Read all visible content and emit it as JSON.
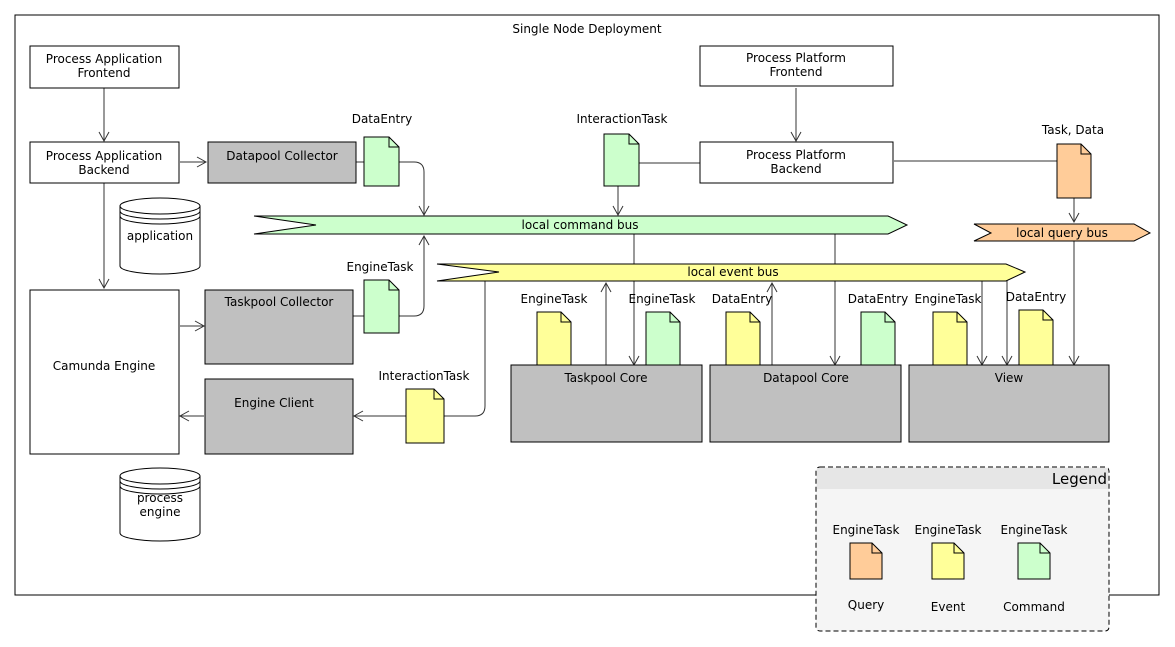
{
  "frame": {
    "title": "Single Node Deployment"
  },
  "boxes": {
    "pa_frontend": [
      "Process Application",
      "Frontend"
    ],
    "pa_backend": [
      "Process Application",
      "Backend"
    ],
    "pp_frontend": [
      "Process Platform",
      "Frontend"
    ],
    "pp_backend": [
      "Process Platform",
      "Backend"
    ],
    "camunda": "Camunda Engine",
    "datapool_collector": "Datapool Collector",
    "taskpool_collector": "Taskpool Collector",
    "engine_client": "Engine Client",
    "taskpool_core": "Taskpool Core",
    "datapool_core": "Datapool Core",
    "view": "View"
  },
  "databases": {
    "application": "application",
    "process_engine": [
      "process",
      "engine"
    ]
  },
  "buses": {
    "command": "local command bus",
    "event": "local event bus",
    "query": "local query bus"
  },
  "messages": {
    "dataentry_1": "DataEntry",
    "interactiontask_1": "InteractionTask",
    "taskdata": "Task, Data",
    "enginetask_1": "EngineTask",
    "interactiontask_2": "InteractionTask",
    "enginetask_tc_event": "EngineTask",
    "enginetask_tc_cmd": "EngineTask",
    "dataentry_dc_event": "DataEntry",
    "dataentry_dc_cmd": "DataEntry",
    "enginetask_view": "EngineTask",
    "dataentry_view": "DataEntry"
  },
  "legend": {
    "title": "Legend",
    "items": [
      {
        "label": "EngineTask",
        "caption": "Query",
        "color": "#FFCC99"
      },
      {
        "label": "EngineTask",
        "caption": "Event",
        "color": "#FFFF99"
      },
      {
        "label": "EngineTask",
        "caption": "Command",
        "color": "#CCFFCC"
      }
    ]
  },
  "colors": {
    "command": "#CCFFCC",
    "event": "#FFFF99",
    "query": "#FFCC99",
    "component": "#C0C0C0"
  }
}
